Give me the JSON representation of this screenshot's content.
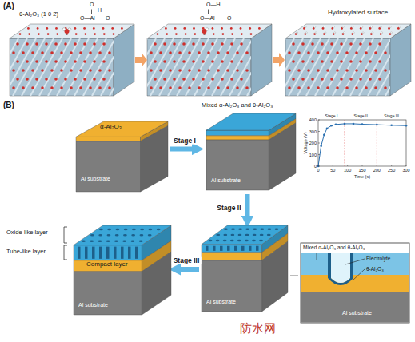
{
  "diagram": {
    "nodes": [
      {
        "text": [
          "α-Al₂O₃",
          "Al substrate"
        ]
      },
      {
        "text": [
          "Mixed α-Al₂O₃ and θ-Al₂O₃",
          "Al substrate"
        ]
      },
      {
        "text": [
          "Al substrate"
        ]
      },
      {
        "text": [
          "Oxide-like layer",
          "Tube-like layer",
          "Compact layer",
          "Al substrate"
        ]
      },
      {
        "text": [
          "Mixed α-Al₂O₃ and θ-Al₂O₃",
          "Electrolyte",
          "θ-Al₂O₃",
          "Al substrate"
        ]
      }
    ],
    "edges": [
      {
        "from": 0,
        "to": 1,
        "label": "Stage I",
        "arrow": "to"
      },
      {
        "from": 1,
        "to": 2,
        "label": "Stage II",
        "arrow": "to"
      },
      {
        "from": 2,
        "to": 3,
        "label": "Stage III",
        "arrow": "to"
      },
      {
        "from": 2,
        "to": 4,
        "arrow": "none"
      }
    ],
    "labels": [
      "(A)",
      "θ-Al₂O₃ (1 0 2̄)",
      "O",
      "H",
      "O—Al",
      "O",
      "O—H",
      "O—Al",
      "O",
      "Hydroxylated surface",
      "(B)",
      "Voltage (V)",
      "Time (s)",
      "Stage I",
      "Stage II",
      "Stage III",
      "0",
      "100",
      "200",
      "300",
      "400",
      "0",
      "50",
      "100",
      "150",
      "200",
      "250",
      "300",
      "防水网"
    ]
  }
}
